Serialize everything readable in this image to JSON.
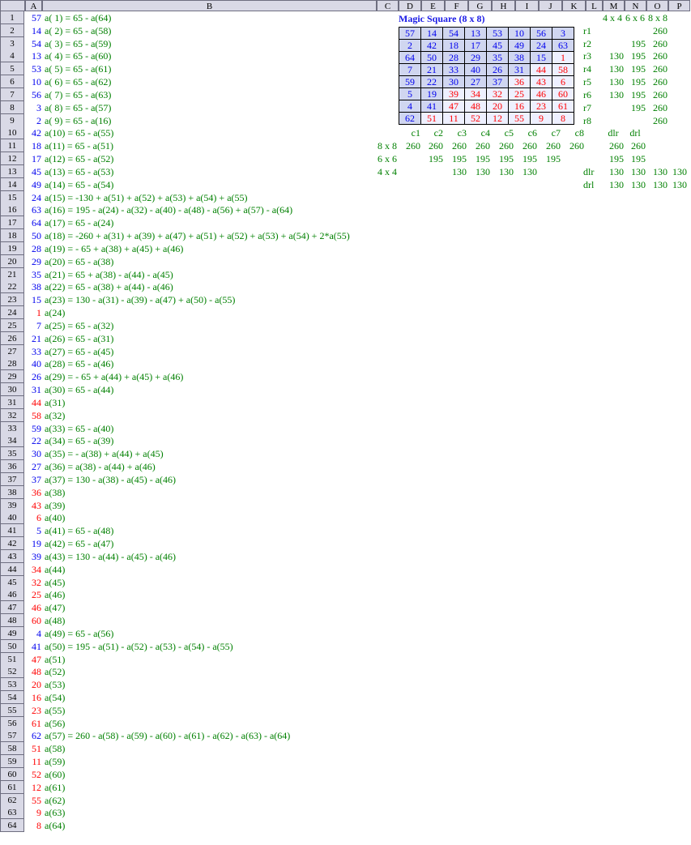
{
  "columns": [
    "A",
    "B",
    "C",
    "D",
    "E",
    "F",
    "G",
    "H",
    "I",
    "J",
    "K",
    "L",
    "M",
    "N",
    "O",
    "P"
  ],
  "rows": [
    {
      "n": "1",
      "v": "57",
      "vc": "blue",
      "f": "a( 1) = 65 - a(64)"
    },
    {
      "n": "2",
      "v": "14",
      "vc": "blue",
      "f": "a( 2) = 65 - a(58)"
    },
    {
      "n": "3",
      "v": "54",
      "vc": "blue",
      "f": "a( 3) = 65 - a(59)"
    },
    {
      "n": "4",
      "v": "13",
      "vc": "blue",
      "f": "a( 4) = 65 - a(60)"
    },
    {
      "n": "5",
      "v": "53",
      "vc": "blue",
      "f": "a( 5) = 65 - a(61)"
    },
    {
      "n": "6",
      "v": "10",
      "vc": "blue",
      "f": "a( 6) = 65 - a(62)"
    },
    {
      "n": "7",
      "v": "56",
      "vc": "blue",
      "f": "a( 7) = 65 - a(63)"
    },
    {
      "n": "8",
      "v": "3",
      "vc": "blue",
      "f": "a( 8) = 65 - a(57)"
    },
    {
      "n": "9",
      "v": "2",
      "vc": "blue",
      "f": "a( 9) = 65 - a(16)"
    },
    {
      "n": "10",
      "v": "42",
      "vc": "blue",
      "f": "a(10) = 65 - a(55)"
    },
    {
      "n": "11",
      "v": "18",
      "vc": "blue",
      "f": "a(11) = 65 - a(51)"
    },
    {
      "n": "12",
      "v": "17",
      "vc": "blue",
      "f": "a(12) = 65 - a(52)"
    },
    {
      "n": "13",
      "v": "45",
      "vc": "blue",
      "f": "a(13) = 65 - a(53)"
    },
    {
      "n": "14",
      "v": "49",
      "vc": "blue",
      "f": "a(14) = 65 - a(54)"
    },
    {
      "n": "15",
      "v": "24",
      "vc": "blue",
      "f": "a(15) = -130 + a(51) + a(52) + a(53) + a(54) + a(55)"
    },
    {
      "n": "16",
      "v": "63",
      "vc": "blue",
      "f": "a(16) = 195 - a(24) - a(32) - a(40) - a(48) - a(56) + a(57) - a(64)"
    },
    {
      "n": "17",
      "v": "64",
      "vc": "blue",
      "f": "a(17) = 65 - a(24)"
    },
    {
      "n": "18",
      "v": "50",
      "vc": "blue",
      "f": "a(18) = -260 + a(31) + a(39) + a(47) + a(51) + a(52) + a(53) + a(54) + 2*a(55)"
    },
    {
      "n": "19",
      "v": "28",
      "vc": "blue",
      "f": "a(19) = - 65 + a(38) + a(45) + a(46)"
    },
    {
      "n": "20",
      "v": "29",
      "vc": "blue",
      "f": "a(20) = 65 - a(38)"
    },
    {
      "n": "21",
      "v": "35",
      "vc": "blue",
      "f": "a(21) = 65 + a(38) - a(44) - a(45)"
    },
    {
      "n": "22",
      "v": "38",
      "vc": "blue",
      "f": "a(22) = 65 - a(38) + a(44) - a(46)"
    },
    {
      "n": "23",
      "v": "15",
      "vc": "blue",
      "f": "a(23) = 130 - a(31) - a(39) - a(47) + a(50) - a(55)"
    },
    {
      "n": "24",
      "v": "1",
      "vc": "red",
      "f": "a(24)"
    },
    {
      "n": "25",
      "v": "7",
      "vc": "blue",
      "f": "a(25) = 65 - a(32)"
    },
    {
      "n": "26",
      "v": "21",
      "vc": "blue",
      "f": "a(26) = 65 - a(31)"
    },
    {
      "n": "27",
      "v": "33",
      "vc": "blue",
      "f": "a(27) = 65 - a(45)"
    },
    {
      "n": "28",
      "v": "40",
      "vc": "blue",
      "f": "a(28) = 65 - a(46)"
    },
    {
      "n": "29",
      "v": "26",
      "vc": "blue",
      "f": "a(29) = - 65 + a(44) + a(45) + a(46)"
    },
    {
      "n": "30",
      "v": "31",
      "vc": "blue",
      "f": "a(30) = 65 - a(44)"
    },
    {
      "n": "31",
      "v": "44",
      "vc": "red",
      "f": "a(31)"
    },
    {
      "n": "32",
      "v": "58",
      "vc": "red",
      "f": "a(32)"
    },
    {
      "n": "33",
      "v": "59",
      "vc": "blue",
      "f": "a(33) = 65 - a(40)"
    },
    {
      "n": "34",
      "v": "22",
      "vc": "blue",
      "f": "a(34) = 65 - a(39)"
    },
    {
      "n": "35",
      "v": "30",
      "vc": "blue",
      "f": "a(35) = - a(38) + a(44) + a(45)"
    },
    {
      "n": "36",
      "v": "27",
      "vc": "blue",
      "f": "a(36) = a(38) - a(44) + a(46)"
    },
    {
      "n": "37",
      "v": "37",
      "vc": "blue",
      "f": "a(37) = 130 - a(38) - a(45) - a(46)"
    },
    {
      "n": "38",
      "v": "36",
      "vc": "red",
      "f": "a(38)"
    },
    {
      "n": "39",
      "v": "43",
      "vc": "red",
      "f": "a(39)"
    },
    {
      "n": "40",
      "v": "6",
      "vc": "red",
      "f": "a(40)"
    },
    {
      "n": "41",
      "v": "5",
      "vc": "blue",
      "f": "a(41) = 65 - a(48)"
    },
    {
      "n": "42",
      "v": "19",
      "vc": "blue",
      "f": "a(42) = 65 - a(47)"
    },
    {
      "n": "43",
      "v": "39",
      "vc": "blue",
      "f": "a(43) = 130 - a(44) - a(45) - a(46)"
    },
    {
      "n": "44",
      "v": "34",
      "vc": "red",
      "f": "a(44)"
    },
    {
      "n": "45",
      "v": "32",
      "vc": "red",
      "f": "a(45)"
    },
    {
      "n": "46",
      "v": "25",
      "vc": "red",
      "f": "a(46)"
    },
    {
      "n": "47",
      "v": "46",
      "vc": "red",
      "f": "a(47)"
    },
    {
      "n": "48",
      "v": "60",
      "vc": "red",
      "f": "a(48)"
    },
    {
      "n": "49",
      "v": "4",
      "vc": "blue",
      "f": "a(49) = 65 - a(56)"
    },
    {
      "n": "50",
      "v": "41",
      "vc": "blue",
      "f": "a(50) = 195 - a(51) - a(52) - a(53) - a(54) - a(55)"
    },
    {
      "n": "51",
      "v": "47",
      "vc": "red",
      "f": "a(51)"
    },
    {
      "n": "52",
      "v": "48",
      "vc": "red",
      "f": "a(52)"
    },
    {
      "n": "53",
      "v": "20",
      "vc": "red",
      "f": "a(53)"
    },
    {
      "n": "54",
      "v": "16",
      "vc": "red",
      "f": "a(54)"
    },
    {
      "n": "55",
      "v": "23",
      "vc": "red",
      "f": "a(55)"
    },
    {
      "n": "56",
      "v": "61",
      "vc": "red",
      "f": "a(56)"
    },
    {
      "n": "57",
      "v": "62",
      "vc": "blue",
      "f": "a(57) = 260 - a(58) - a(59) - a(60) - a(61) - a(62) - a(63) - a(64)"
    },
    {
      "n": "58",
      "v": "51",
      "vc": "red",
      "f": "a(58)"
    },
    {
      "n": "59",
      "v": "11",
      "vc": "red",
      "f": "a(59)"
    },
    {
      "n": "60",
      "v": "52",
      "vc": "red",
      "f": "a(60)"
    },
    {
      "n": "61",
      "v": "12",
      "vc": "red",
      "f": "a(61)"
    },
    {
      "n": "62",
      "v": "55",
      "vc": "red",
      "f": "a(62)"
    },
    {
      "n": "63",
      "v": "9",
      "vc": "red",
      "f": "a(63)"
    },
    {
      "n": "64",
      "v": "8",
      "vc": "red",
      "f": "a(64)"
    }
  ],
  "magic": {
    "title": "Magic Square (8 x 8)",
    "grid": [
      [
        "57",
        "14",
        "54",
        "13",
        "53",
        "10",
        "56",
        "3"
      ],
      [
        "2",
        "42",
        "18",
        "17",
        "45",
        "49",
        "24",
        "63"
      ],
      [
        "64",
        "50",
        "28",
        "29",
        "35",
        "38",
        "15",
        "1"
      ],
      [
        "7",
        "21",
        "33",
        "40",
        "26",
        "31",
        "44",
        "58"
      ],
      [
        "59",
        "22",
        "30",
        "27",
        "37",
        "36",
        "43",
        "6"
      ],
      [
        "5",
        "19",
        "39",
        "34",
        "32",
        "25",
        "46",
        "60"
      ],
      [
        "4",
        "41",
        "47",
        "48",
        "20",
        "16",
        "23",
        "61"
      ],
      [
        "62",
        "51",
        "11",
        "52",
        "12",
        "55",
        "9",
        "8"
      ]
    ],
    "red_cells": [
      [
        2,
        7
      ],
      [
        3,
        6
      ],
      [
        3,
        7
      ],
      [
        4,
        5
      ],
      [
        4,
        6
      ],
      [
        4,
        7
      ],
      [
        5,
        2
      ],
      [
        5,
        3
      ],
      [
        5,
        4
      ],
      [
        5,
        5
      ],
      [
        5,
        6
      ],
      [
        5,
        7
      ],
      [
        6,
        2
      ],
      [
        6,
        3
      ],
      [
        6,
        4
      ],
      [
        6,
        5
      ],
      [
        6,
        6
      ],
      [
        6,
        7
      ],
      [
        7,
        1
      ],
      [
        7,
        2
      ],
      [
        7,
        3
      ],
      [
        7,
        4
      ],
      [
        7,
        5
      ],
      [
        7,
        6
      ],
      [
        7,
        7
      ]
    ],
    "size_headers": [
      "4 x 4",
      "6 x 6",
      "8 x 8"
    ],
    "row_labels": [
      "r1",
      "r2",
      "r3",
      "r4",
      "r5",
      "r6",
      "r7",
      "r8"
    ],
    "row_sums": [
      [
        "",
        "",
        "260"
      ],
      [
        "",
        "195",
        "260"
      ],
      [
        "130",
        "195",
        "260"
      ],
      [
        "130",
        "195",
        "260"
      ],
      [
        "130",
        "195",
        "260"
      ],
      [
        "130",
        "195",
        "260"
      ],
      [
        "",
        "195",
        "260"
      ],
      [
        "",
        "",
        "260"
      ]
    ],
    "col_labels": [
      "c1",
      "c2",
      "c3",
      "c4",
      "c5",
      "c6",
      "c7",
      "c8"
    ],
    "col_size_labels": [
      "8 x 8",
      "6 x 6",
      "4 x 4"
    ],
    "col_sums": [
      [
        "260",
        "260",
        "260",
        "260",
        "260",
        "260",
        "260",
        "260"
      ],
      [
        "",
        "195",
        "195",
        "195",
        "195",
        "195",
        "195",
        ""
      ],
      [
        "",
        "",
        "130",
        "130",
        "130",
        "130",
        "",
        ""
      ]
    ],
    "diag_labels": [
      "dlr",
      "drl"
    ],
    "diag_sums": [
      [
        "260",
        "260"
      ],
      [
        "195",
        "195"
      ]
    ],
    "diag4_rows": [
      {
        "label": "dlr",
        "vals": [
          "130",
          "130",
          "130",
          "130"
        ]
      },
      {
        "label": "drl",
        "vals": [
          "130",
          "130",
          "130",
          "130"
        ]
      }
    ]
  }
}
